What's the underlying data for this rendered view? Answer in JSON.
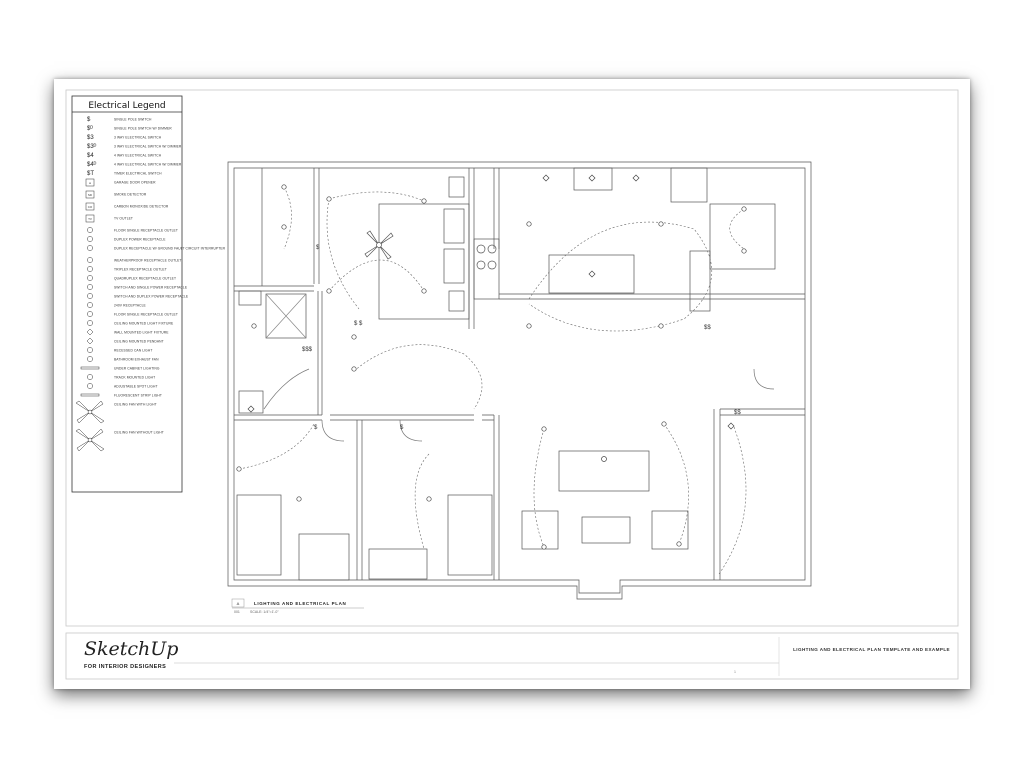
{
  "legend": {
    "title": "Electrical Legend",
    "items": [
      {
        "symbol": "$",
        "label": "SINGLE POLE SWITCH"
      },
      {
        "symbol": "$D",
        "label": "SINGLE POLE SWITCH W/ DIMMER"
      },
      {
        "symbol": "$3",
        "label": "3 WAY ELECTRICAL SWITCH"
      },
      {
        "symbol": "$3D",
        "label": "3 WAY ELECTRICAL SWITCH W/ DIMMER"
      },
      {
        "symbol": "$4",
        "label": "4 WAY ELECTRICAL SWITCH"
      },
      {
        "symbol": "$4D",
        "label": "4 WAY ELECTRICAL SWITCH W/ DIMMER"
      },
      {
        "symbol": "$T",
        "label": "TIMER ELECTRICAL SWITCH"
      },
      {
        "symbol": "garage",
        "label": "GARAGE DOOR OPENER"
      },
      {
        "symbol": "SD",
        "label": "SMOKE DETECTOR"
      },
      {
        "symbol": "CO",
        "label": "CARBON MONOXIDE DETECTOR"
      },
      {
        "symbol": "TV",
        "label": "TV OUTLET"
      },
      {
        "symbol": "floor-square",
        "label": "FLOOR SINGLE RECEPTACLE OUTLET"
      },
      {
        "symbol": "duplex",
        "label": "DUPLEX POWER RECEPTACLE"
      },
      {
        "symbol": "gfi",
        "label": "DUPLEX RECEPTACLE W/ GROUND FAULT CIRCUIT INTERRUPTER"
      },
      {
        "symbol": "wp",
        "label": "WEATHERPROOF RECEPTACLE OUTLET"
      },
      {
        "symbol": "triplex",
        "label": "TRIPLEX RECEPTACLE OUTLET"
      },
      {
        "symbol": "quad",
        "label": "QUADRUPLEX RECEPTACLE OUTLET"
      },
      {
        "symbol": "sw-single",
        "label": "SWITCH AND SINGLE POWER RECEPTACLE"
      },
      {
        "symbol": "sw-duplex",
        "label": "SWITCH AND DUPLEX POWER RECEPTACLE"
      },
      {
        "symbol": "240",
        "label": "240V RECEPTACLE"
      },
      {
        "symbol": "floor-circle",
        "label": "FLOOR SINGLE RECEPTACLE OUTLET"
      },
      {
        "symbol": "ceiling",
        "label": "CEILING MOUNTED LIGHT FIXTURE"
      },
      {
        "symbol": "wall",
        "label": "WALL MOUNTED LIGHT FIXTURE"
      },
      {
        "symbol": "pendant",
        "label": "CEILING MOUNTED PENDANT"
      },
      {
        "symbol": "recessed",
        "label": "RECESSED CAN LIGHT"
      },
      {
        "symbol": "exhaust",
        "label": "BATHROOM EXHAUST FAN"
      },
      {
        "symbol": "under-cab",
        "label": "UNDER CABINET LIGHTING"
      },
      {
        "symbol": "track",
        "label": "TRACK MOUNTED LIGHT"
      },
      {
        "symbol": "spot",
        "label": "ADJUSTABLE SPOT LIGHT"
      },
      {
        "symbol": "fluor",
        "label": "FLUORESCENT STRIP LIGHT"
      },
      {
        "symbol": "fan-light",
        "label": "CEILING FAN WITH LIGHT"
      },
      {
        "symbol": "fan",
        "label": "CEILING FAN WITHOUT LIGHT"
      }
    ]
  },
  "plan_caption": {
    "number": "A",
    "title": "LIGHTING AND ELECTRICAL PLAN",
    "sheet": "001",
    "scale": "SCALE: 1/4\"=1'-0\""
  },
  "title_block": {
    "brand": "SketchUp",
    "tagline": "FOR INTERIOR DESIGNERS",
    "sheet_title": "LIGHTING AND ELECTRICAL PLAN TEMPLATE AND EXAMPLE",
    "page_no": "1"
  }
}
